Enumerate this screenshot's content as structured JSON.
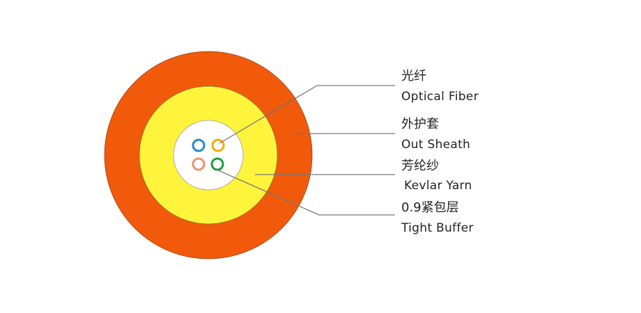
{
  "colors": {
    "out_sheath": "#F05A0A",
    "kevlar_yarn": "#FFF43C",
    "core": "#FFFFFF",
    "fiber_blue": "#1E8CD2",
    "fiber_orange": "#F5A800",
    "fiber_salmon": "#E89270",
    "fiber_green": "#1E9A3C",
    "leader_line": "#777777"
  },
  "labels": [
    {
      "cn": "光纤",
      "en": "Optical Fiber"
    },
    {
      "cn": "外护套",
      "en": "Out Sheath"
    },
    {
      "cn": "芳纶纱",
      "en": "Kevlar Yarn"
    },
    {
      "cn": "0.9紧包层",
      "en": "Tight Buffer"
    }
  ]
}
